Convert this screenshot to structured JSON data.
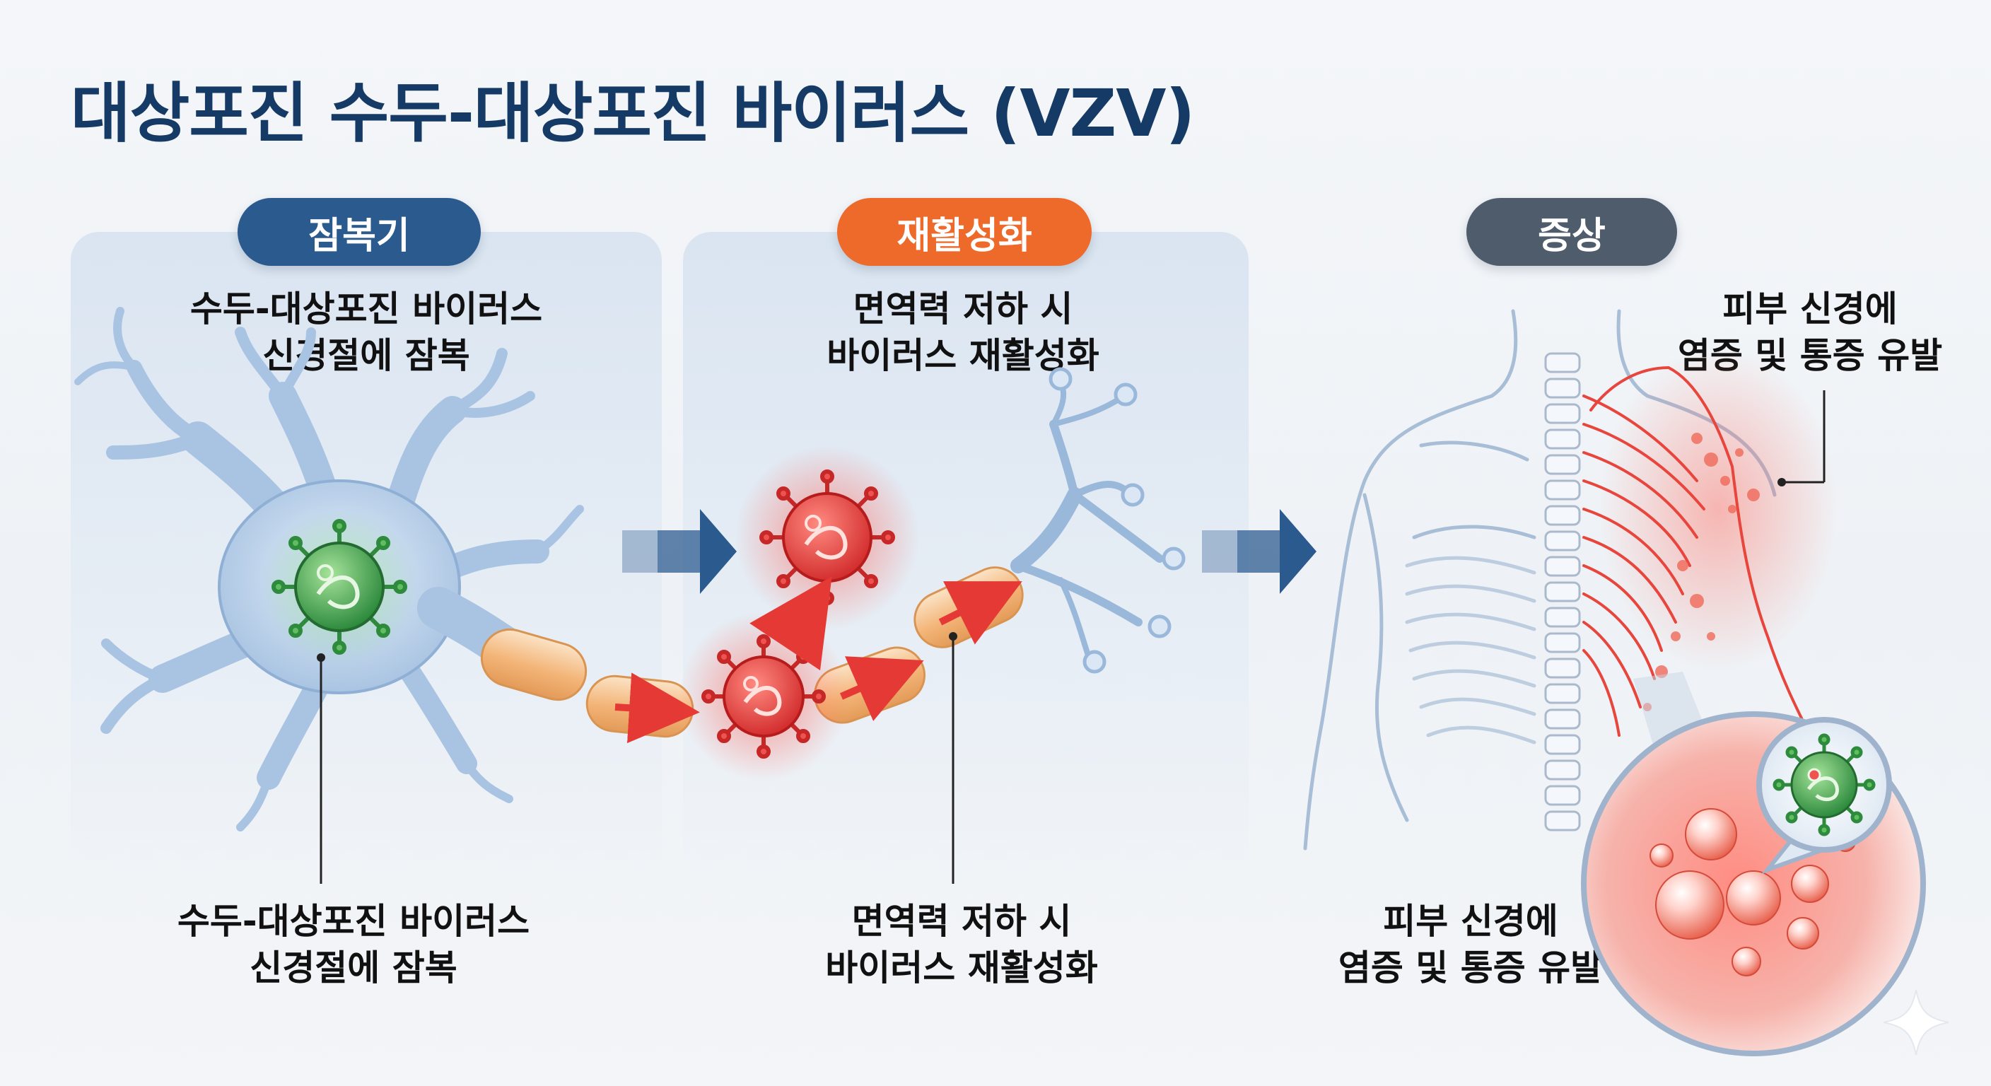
{
  "title": "대상포진 수두-대상포진 바이러스 (VZV)",
  "stages": [
    {
      "label": "잠복기",
      "color": "#2b5a8e",
      "top_caption": [
        "수두-대상포진 바이러스",
        "신경절에 잠복"
      ],
      "bottom_caption": [
        "수두-대상포진 바이러스",
        "신경절에 잠복"
      ]
    },
    {
      "label": "재활성화",
      "color": "#ee6a2a",
      "top_caption": [
        "면역력 저하 시",
        "바이러스 재활성화"
      ],
      "bottom_caption": [
        "면역력 저하 시",
        "바이러스 재활성화"
      ]
    },
    {
      "label": "증상",
      "color": "#4f5c6c",
      "top_caption": [
        "피부 신경에",
        "염증 및 통증 유발"
      ],
      "bottom_caption": [
        "피부 신경에",
        "염증 및 통증 유발"
      ]
    }
  ],
  "colors": {
    "title": "#163a66",
    "neuron": "#a9c4e2",
    "latent_virus": "#3aa34a",
    "active_virus": "#e53935",
    "flow_arrow": "#2b5a8e",
    "inflammation": "#e8453c"
  }
}
